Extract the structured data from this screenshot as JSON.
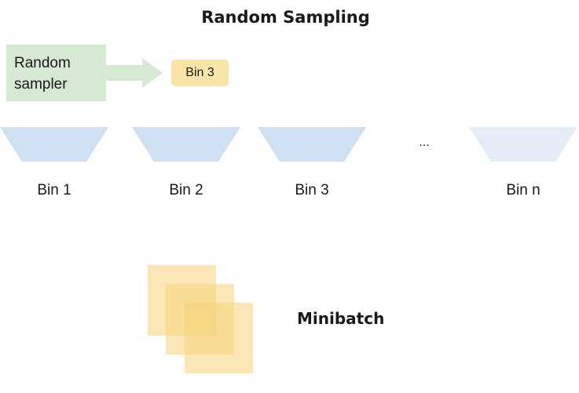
{
  "title": "Random Sampling",
  "sampler": {
    "label": "Random sampler"
  },
  "selected_bin": {
    "label": "Bin 3"
  },
  "bins": [
    {
      "label": "Bin 1"
    },
    {
      "label": "Bin 2"
    },
    {
      "label": "Bin 3"
    },
    {
      "label": "Bin n"
    }
  ],
  "ellipsis": "...",
  "minibatch": {
    "label": "Minibatch"
  },
  "colors": {
    "sampler_fill": "#d6e9d3",
    "arrow_fill": "#d6e9d3",
    "chip_fill": "#f8e3a8",
    "bin_fill": "#cfe0f3",
    "bin_fill_faded": "#e3ecf7",
    "minibatch_fill": "#f6d27a"
  }
}
